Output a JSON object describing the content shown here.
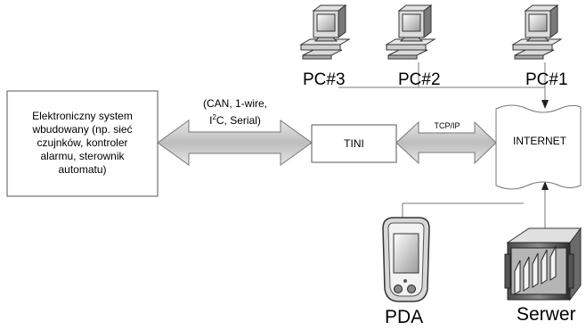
{
  "pcs": [
    {
      "label": "PC#3",
      "icon": "desktop-computer-icon"
    },
    {
      "label": "PC#2",
      "icon": "desktop-computer-icon"
    },
    {
      "label": "PC#1",
      "icon": "desktop-computer-icon"
    }
  ],
  "embedded_system": {
    "lines": [
      "Elektroniczny system",
      "wbudowany (np. sieć",
      "czujnków, kontroler",
      "alarmu, sterownik",
      "automatu)"
    ]
  },
  "bus_label": {
    "line1": "(CAN, 1-wire,",
    "line2_prefix": "I",
    "line2_sup": "2",
    "line2_suffix": "C, Serial)"
  },
  "tini": {
    "label": "TINI"
  },
  "tcpip": {
    "label": "TCP/IP"
  },
  "internet": {
    "label": "INTERNET"
  },
  "pda": {
    "label": "PDA",
    "icon": "pda-icon"
  },
  "server": {
    "label": "Serwer",
    "icon": "server-icon"
  }
}
